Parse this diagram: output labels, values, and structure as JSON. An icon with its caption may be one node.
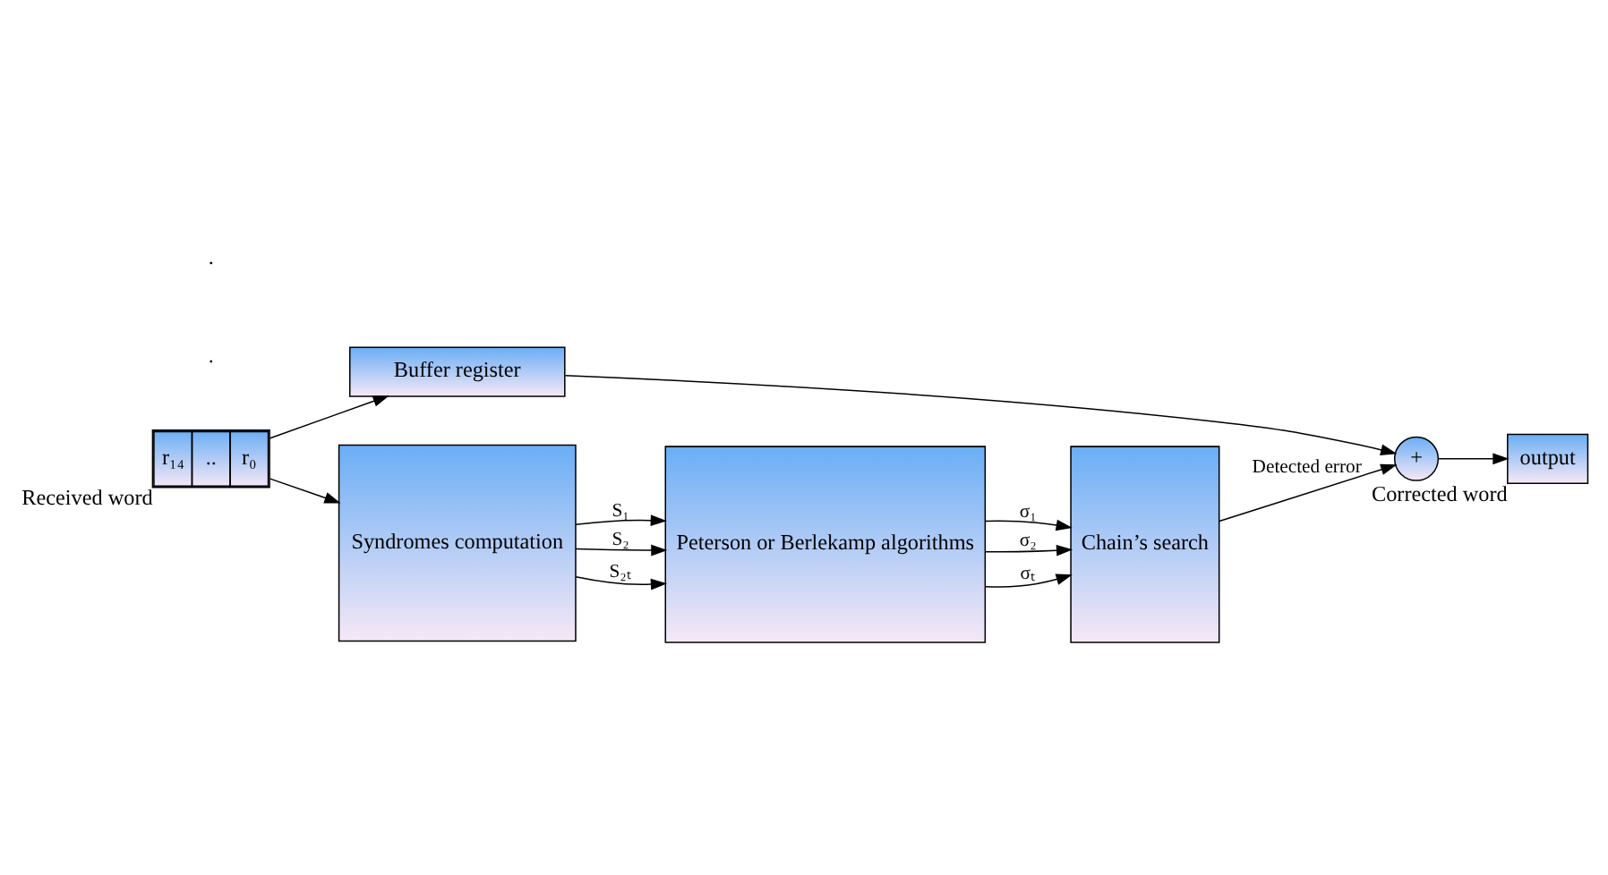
{
  "diagram": {
    "nodes": [
      {
        "text": [
          "r₁₄",
          "..",
          "r₀"
        ],
        "beside": [
          "Received word"
        ]
      },
      {
        "text": [
          "Buffer register"
        ]
      },
      {
        "text": [
          "+"
        ]
      },
      {
        "text": [
          "output"
        ],
        "beside": [
          "Corrected word"
        ]
      },
      {
        "text": [
          "Syndromes computation"
        ]
      },
      {
        "text": [
          "Peterson or Berlekamp algorithms"
        ]
      },
      {
        "text": [
          "Chain’s search"
        ]
      }
    ],
    "edges": [
      {
        "from": 0,
        "to": 1,
        "arrow": "to"
      },
      {
        "from": 1,
        "to": 2,
        "arrow": "to"
      },
      {
        "from": 2,
        "to": 3,
        "arrow": "to"
      },
      {
        "from": 0,
        "to": 4,
        "arrow": "to"
      },
      {
        "from": 4,
        "to": 5,
        "arrow": "to",
        "label": "S₁"
      },
      {
        "from": 4,
        "to": 5,
        "arrow": "to",
        "label": "S₂"
      },
      {
        "from": 4,
        "to": 5,
        "arrow": "to",
        "label": "S₂ₜ"
      },
      {
        "from": 5,
        "to": 6,
        "arrow": "to",
        "label": "σ₁"
      },
      {
        "from": 5,
        "to": 6,
        "arrow": "to",
        "label": "σ₂"
      },
      {
        "from": 5,
        "to": 6,
        "arrow": "to",
        "label": "σₜ"
      },
      {
        "from": 6,
        "to": 2,
        "arrow": "to",
        "label": "Detected error"
      }
    ],
    "labels": [
      ".",
      "."
    ]
  }
}
